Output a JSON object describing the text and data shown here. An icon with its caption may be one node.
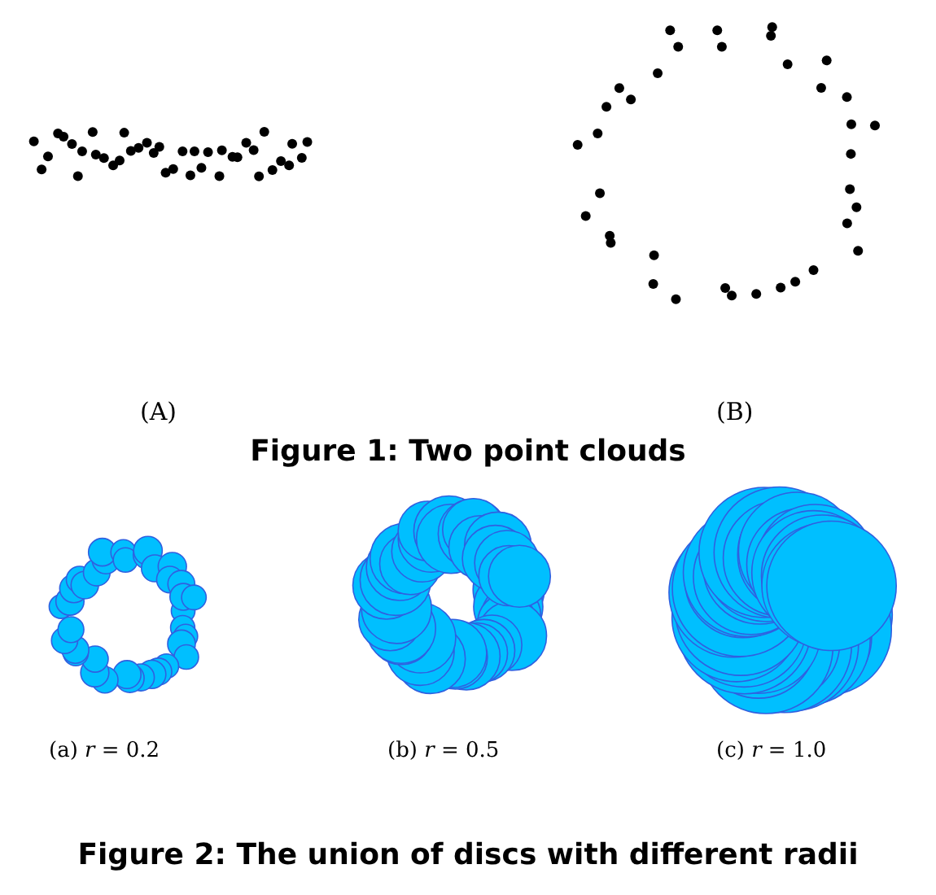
{
  "diagram": {
    "labels": [
      "(A)",
      "(B)",
      "Figure 1: Two point clouds",
      "(a) *r* = 0.2",
      "(b) *r* = 0.5",
      "(c) *r* = 1.0",
      "Figure 2: The union of discs with different radii"
    ]
  }
}
